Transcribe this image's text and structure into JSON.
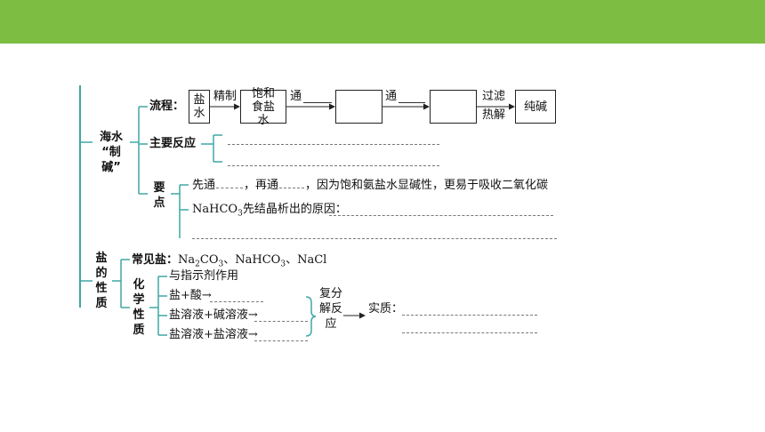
{
  "colors": {
    "header_bar": "#7cbd42",
    "bracket": "#3fa7a6",
    "line": "#222222"
  },
  "seawater": {
    "title_line1": "海水",
    "title_line2": "“制碱”",
    "process": {
      "label": "流程：",
      "box1": "盐水",
      "arrow1_label": "精制",
      "box2": "饱和食盐水",
      "arrow2_label": "通",
      "box3": "",
      "arrow3_label": "通",
      "box4": "",
      "arrow4_label_line1": "过滤",
      "arrow4_label_line2": "热解",
      "box5": "纯碱"
    },
    "main_reaction_label": "主要反应",
    "key_points": {
      "label": "要点",
      "line1_part1": "先通",
      "line1_part2": "，再通",
      "line1_part3": "，因为饱和氨盐水显碱性，更易于吸收二氧化碳",
      "line2_part1": "NaHCO",
      "line2_sub": "3",
      "line2_part2": "先结晶析出的原因："
    }
  },
  "salt_properties": {
    "title": "盐的性质",
    "common_salts": {
      "label": "常见盐：",
      "s1_a": "Na",
      "s1_sub1": "2",
      "s1_b": "CO",
      "s1_sub2": "3",
      "sep1": "、",
      "s2_a": "NaHCO",
      "s2_sub": "3",
      "sep2": "、",
      "s3": "NaCl"
    },
    "chemical": {
      "title": "化学性质",
      "item1": "与指示剂作用",
      "item2": "盐+酸→",
      "item3": "盐溶液+碱溶液→",
      "item4": "盐溶液+盐溶液→",
      "double_decomposition": "复分解反应",
      "essence_label": "实质："
    }
  }
}
